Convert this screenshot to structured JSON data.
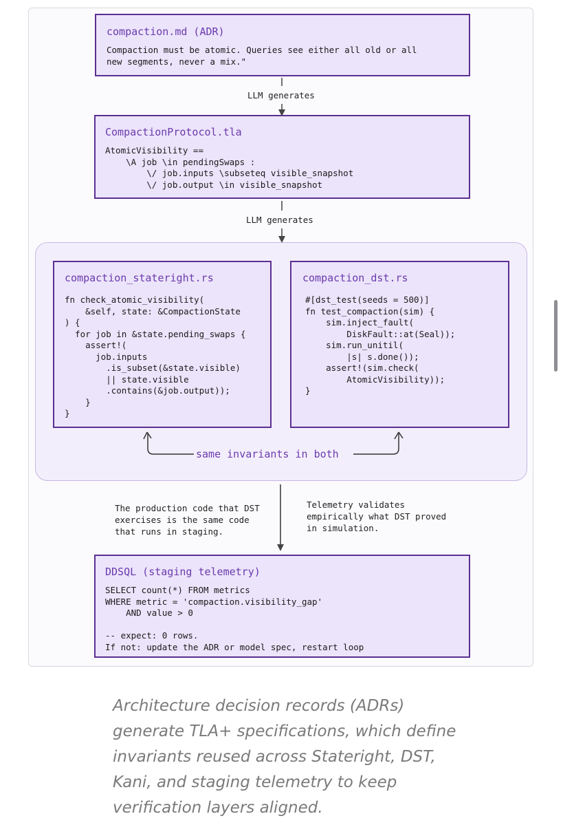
{
  "diagram": {
    "adr": {
      "title": "compaction.md (ADR)",
      "code": "Compaction must be atomic. Queries see either all old or all\nnew segments, never a mix.\""
    },
    "arrow1_label": "LLM generates",
    "tla": {
      "title": "CompactionProtocol.tla",
      "code": "AtomicVisibility ==\n    \\A job \\in pendingSwaps :\n        \\/ job.inputs \\subseteq visible_snapshot\n        \\/ job.output \\in visible_snapshot"
    },
    "arrow2_label": "LLM generates",
    "stateright": {
      "title": "compaction_stateright.rs",
      "code": "fn check_atomic_visibility(\n    &self, state: &CompactionState\n) {\n  for job in &state.pending_swaps {\n    assert!(\n      job.inputs\n        .is_subset(&state.visible)\n        || state.visible\n        .contains(&job.output));\n    }\n}"
    },
    "dst": {
      "title": "compaction_dst.rs",
      "code": "#[dst_test(seeds = 500)]\nfn test_compaction(sim) {\n    sim.inject_fault(\n        DiskFault::at(Seal));\n    sim.run_unitil(\n        |s| s.done());\n    assert!(sim.check(\n        AtomicVisibility));\n}"
    },
    "invariants_label": "same invariants in both",
    "note_left": "The production code that DST\nexercises is the same code\nthat runs in staging.",
    "note_right": "Telemetry validates\nempirically what DST proved\nin simulation.",
    "ddsql": {
      "title": "DDSQL (staging telemetry)",
      "code": "SELECT count(*) FROM metrics\nWHERE metric = 'compaction.visibility_gap'\n    AND value > 0\n\n-- expect: 0 rows.\nIf not: update the ADR or model spec, restart loop"
    },
    "colors": {
      "box_fill": "#ece4fb",
      "box_border": "#5b2e91",
      "title_text": "#6a3aac",
      "group_fill": "#f3eefb",
      "group_border": "#c8b7e6"
    }
  },
  "caption": "Architecture decision records (ADRs) generate TLA+ specifications, which define invariants reused across Stateright, DST, Kani, and staging telemetry to keep verification layers aligned."
}
